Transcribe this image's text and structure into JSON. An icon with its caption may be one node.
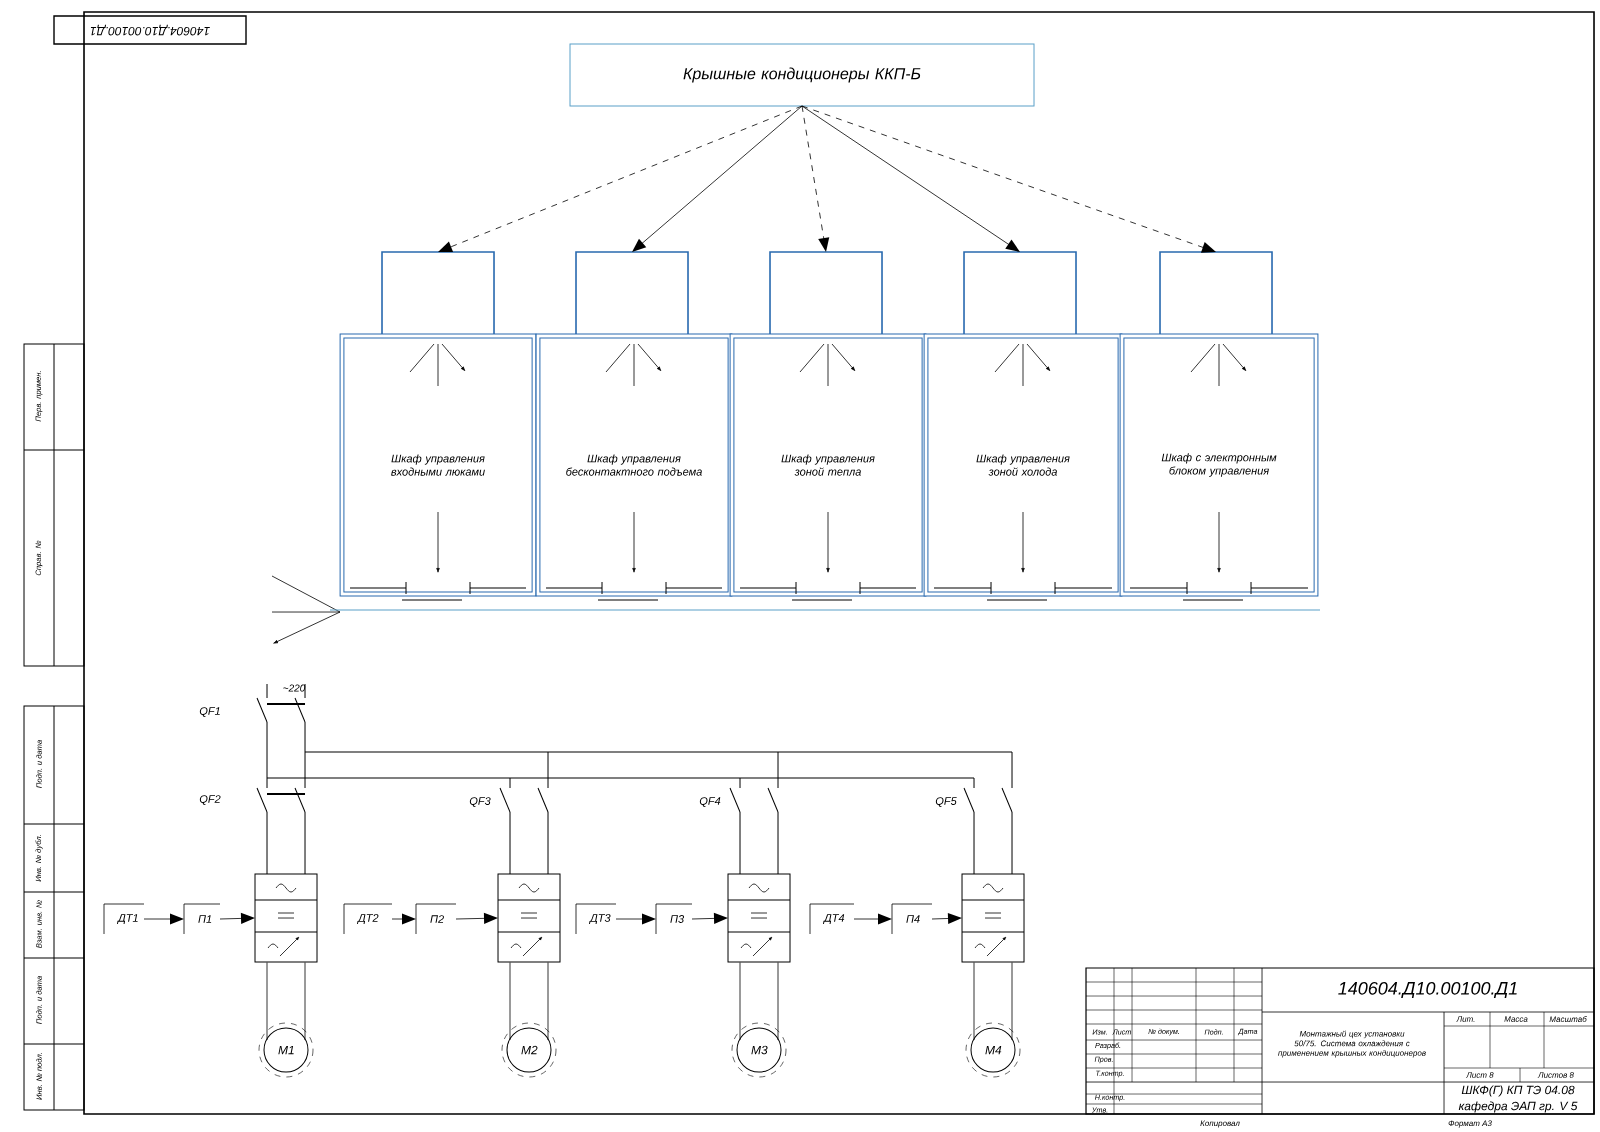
{
  "diagram": {
    "nodes": [
      {
        "text": [
          "Крышные кондиционеры ККП-Б"
        ]
      },
      {
        "text": [],
        "shape": "box"
      },
      {
        "text": [],
        "shape": "box"
      },
      {
        "text": [],
        "shape": "box"
      },
      {
        "text": [],
        "shape": "box"
      },
      {
        "text": [],
        "shape": "box"
      },
      {
        "text": [
          "Шкаф управления входными люками"
        ]
      },
      {
        "text": [
          "Шкаф управления бесконтактного подъема"
        ]
      },
      {
        "text": [
          "Шкаф управления зоной тепла"
        ]
      },
      {
        "text": [
          "Шкаф управления зоной холода"
        ]
      },
      {
        "text": [
          "Шкаф с электронным блоком управления"
        ]
      },
      {
        "text": [
          "ДТ1"
        ]
      },
      {
        "text": [
          "П1"
        ]
      },
      {
        "text": [],
        "shape": "box"
      },
      {
        "text": [
          "ДТ2"
        ]
      },
      {
        "text": [
          "П2"
        ]
      },
      {
        "text": [],
        "shape": "box"
      },
      {
        "text": [
          "ДТ3"
        ]
      },
      {
        "text": [
          "П3"
        ]
      },
      {
        "text": [],
        "shape": "box"
      },
      {
        "text": [
          "ДТ4"
        ]
      },
      {
        "text": [
          "П4"
        ]
      },
      {
        "text": [],
        "shape": "box"
      },
      {
        "text": [
          "M1"
        ]
      },
      {
        "text": [
          "M2"
        ]
      },
      {
        "text": [
          "M3"
        ]
      },
      {
        "text": [
          "M4"
        ]
      }
    ],
    "edges": [
      {
        "from": 0,
        "to": 1,
        "arrow": "to",
        "style": "dashed"
      },
      {
        "from": 0,
        "to": 2,
        "arrow": "to"
      },
      {
        "from": 0,
        "to": 3,
        "arrow": "to",
        "style": "dashed"
      },
      {
        "from": 0,
        "to": 4,
        "arrow": "to"
      },
      {
        "from": 0,
        "to": 5,
        "arrow": "to",
        "style": "dashed"
      },
      {
        "from": 11,
        "to": 12,
        "arrow": "to"
      },
      {
        "from": 12,
        "to": 13,
        "arrow": "to"
      },
      {
        "from": 14,
        "to": 15,
        "arrow": "to"
      },
      {
        "from": 15,
        "to": 16,
        "arrow": "to"
      },
      {
        "from": 17,
        "to": 18,
        "arrow": "to"
      },
      {
        "from": 18,
        "to": 19,
        "arrow": "to"
      },
      {
        "from": 20,
        "to": 21,
        "arrow": "to"
      },
      {
        "from": 21,
        "to": 22,
        "arrow": "to"
      },
      {
        "from": 13,
        "to": 23,
        "arrow": "none"
      },
      {
        "from": 16,
        "to": 24,
        "arrow": "none"
      },
      {
        "from": 19,
        "to": 25,
        "arrow": "none"
      },
      {
        "from": 22,
        "to": 26,
        "arrow": "none"
      }
    ],
    "labels": [
      "140604.Д10.00100.Д1",
      "~220",
      "QF1",
      "QF2",
      "QF3",
      "QF4",
      "QF5",
      "140604.Д10.00100.Д1",
      "Изм.",
      "Лист",
      "№ докум.",
      "Подп.",
      "Дата",
      "Разраб.",
      "Пров.",
      "Т.контр.",
      "Н.контр.",
      "Утв.",
      "Монтажный цех установки 50/75. Система охлаждения с применением крышных кондиционеров",
      "Лит.",
      "Масса",
      "Масштаб",
      "Лист 8",
      "Листов 8",
      "ШКФ(Г) КП ТЭ 04.08",
      "кафедра ЭАП гр. V 5",
      "Копировал",
      "Формат А3",
      "Перв. примен.",
      "Справ. №",
      "Подп. и дата",
      "Инв. № дубл.",
      "Взам. инв. №",
      "Подп. и дата",
      "Инв. № подл."
    ]
  }
}
